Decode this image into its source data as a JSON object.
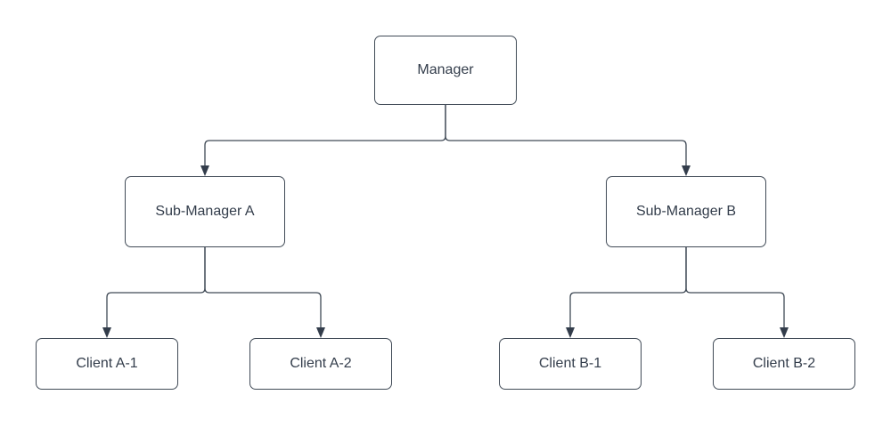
{
  "diagram": {
    "type": "org-chart",
    "colors": {
      "background": "#ffffff",
      "node_fill": "#ffffff",
      "stroke": "#404a56",
      "text": "#333d4b",
      "arrow": "#333d4b"
    },
    "nodes": [
      {
        "id": "manager",
        "label": "Manager"
      },
      {
        "id": "sub-manager-a",
        "label": "Sub-Manager A"
      },
      {
        "id": "sub-manager-b",
        "label": "Sub-Manager B"
      },
      {
        "id": "client-a-1",
        "label": "Client A-1"
      },
      {
        "id": "client-a-2",
        "label": "Client A-2"
      },
      {
        "id": "client-b-1",
        "label": "Client B-1"
      },
      {
        "id": "client-b-2",
        "label": "Client B-2"
      }
    ],
    "edges": [
      {
        "from": "Manager",
        "to": "Sub-Manager A"
      },
      {
        "from": "Manager",
        "to": "Sub-Manager B"
      },
      {
        "from": "Sub-Manager A",
        "to": "Client A-1"
      },
      {
        "from": "Sub-Manager A",
        "to": "Client A-2"
      },
      {
        "from": "Sub-Manager B",
        "to": "Client B-1"
      },
      {
        "from": "Sub-Manager B",
        "to": "Client B-2"
      }
    ]
  }
}
